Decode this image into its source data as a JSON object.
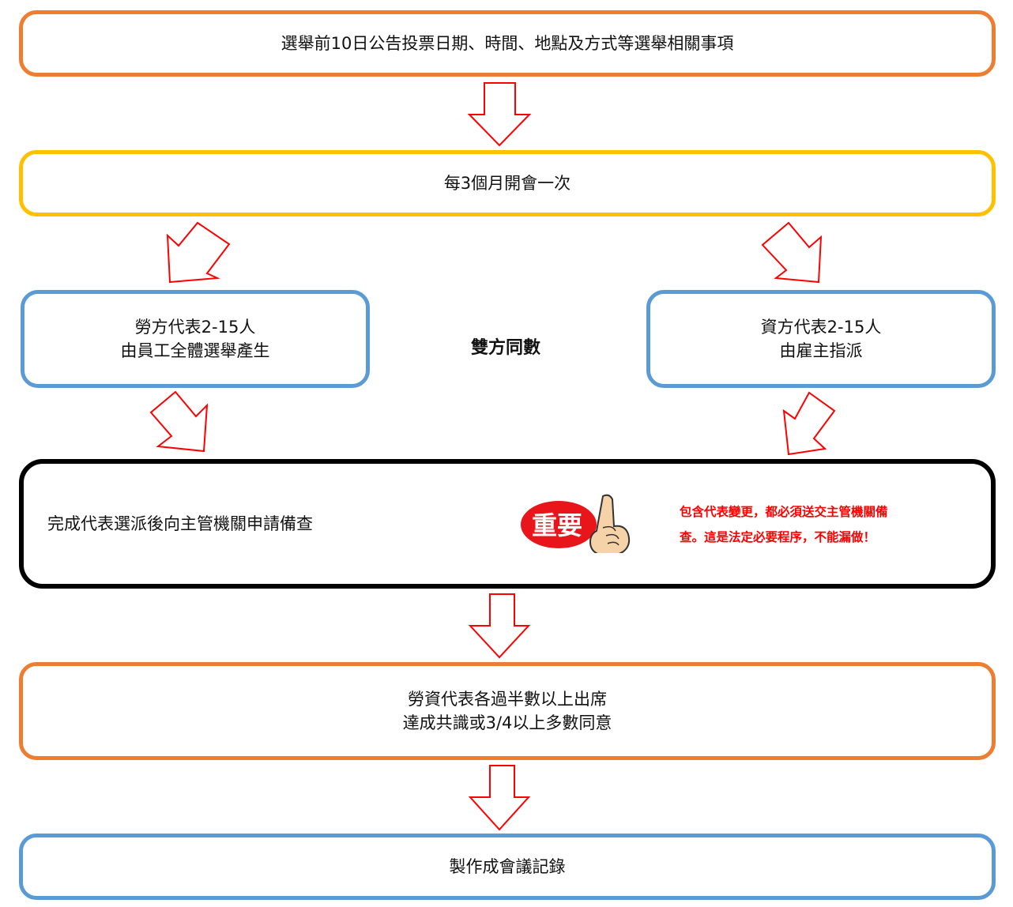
{
  "flowchart": {
    "step1": {
      "text": "選舉前10日公告投票日期、時間、地點及方式等選舉相關事項",
      "border_color": "#ED7D31"
    },
    "step2": {
      "text": "每3個月開會一次",
      "border_color": "#FFC000"
    },
    "labor_rep": {
      "line1": "勞方代表2-15人",
      "line2": "由員工全體選舉產生",
      "border_color": "#5B9BD5"
    },
    "employer_rep": {
      "line1": "資方代表2-15人",
      "line2": "由雇主指派",
      "border_color": "#5B9BD5"
    },
    "equal_label": "雙方同數",
    "step3": {
      "text": "完成代表選派後向主管機關申請備查",
      "border_color": "#000000",
      "badge": {
        "icon": "important-thumb-icon",
        "text": "重要",
        "color": "#E8161B"
      },
      "note_line1": "包含代表變更，都必須送交主管機關備",
      "note_line2": "查。這是法定必要程序，不能漏做！",
      "note_color": "#FF0000"
    },
    "step4": {
      "line1": "勞資代表各過半數以上出席",
      "line2": "達成共識或3/4以上多數同意",
      "border_color": "#ED7D31"
    },
    "step5": {
      "text": "製作成會議記錄",
      "border_color": "#5B9BD5"
    },
    "arrow_color": "#FF0000"
  }
}
